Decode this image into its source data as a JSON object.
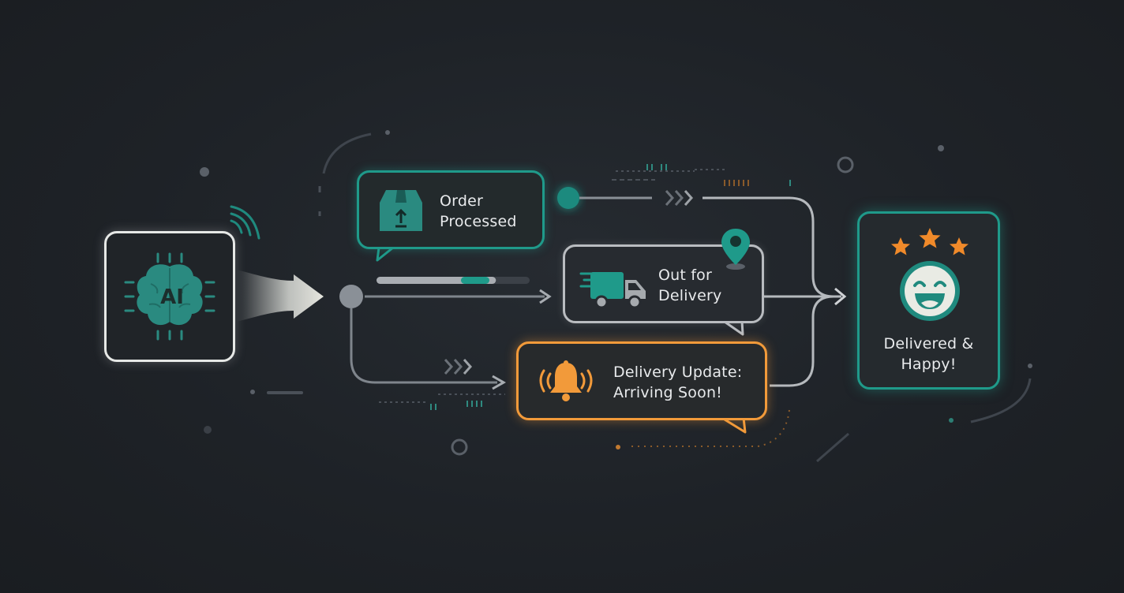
{
  "ai_node": {
    "label": "AI",
    "color": "#2a8a80"
  },
  "steps": [
    {
      "line1": "Order",
      "line2": "Processed",
      "icon": "package-icon",
      "color": "#1f9a8a"
    },
    {
      "line1": "Out for",
      "line2": "Delivery",
      "icon": "delivery-truck-icon",
      "color": "#b9bcc0"
    },
    {
      "line1": "Delivery Update:",
      "line2": "Arriving Soon!",
      "icon": "bell-icon",
      "color": "#f29a3a"
    }
  ],
  "result": {
    "line1": "Delivered &",
    "line2": "Happy!",
    "icon": "smiley-face-icon",
    "stars_icon": "stars-icon",
    "color": "#1f9a8a",
    "star_color": "#f08a2a"
  },
  "progress": {
    "fraction": 0.78
  }
}
